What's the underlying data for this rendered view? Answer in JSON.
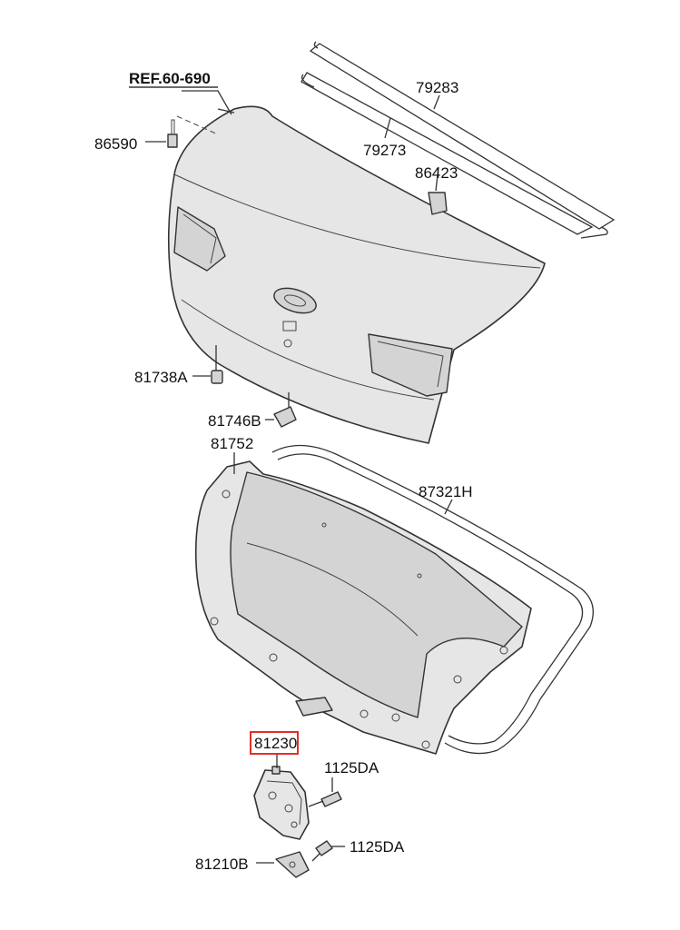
{
  "ref_label": "REF.60-690",
  "labels": {
    "p86590": "86590",
    "p79283": "79283",
    "p79273": "79273",
    "p86423": "86423",
    "p81738A": "81738A",
    "p81746B": "81746B",
    "p81752": "81752",
    "p87321H": "87321H",
    "p81230": "81230",
    "p1125DA_top": "1125DA",
    "p1125DA_bottom": "1125DA",
    "p81210B": "81210B"
  },
  "highlight_color": "#e0302a"
}
